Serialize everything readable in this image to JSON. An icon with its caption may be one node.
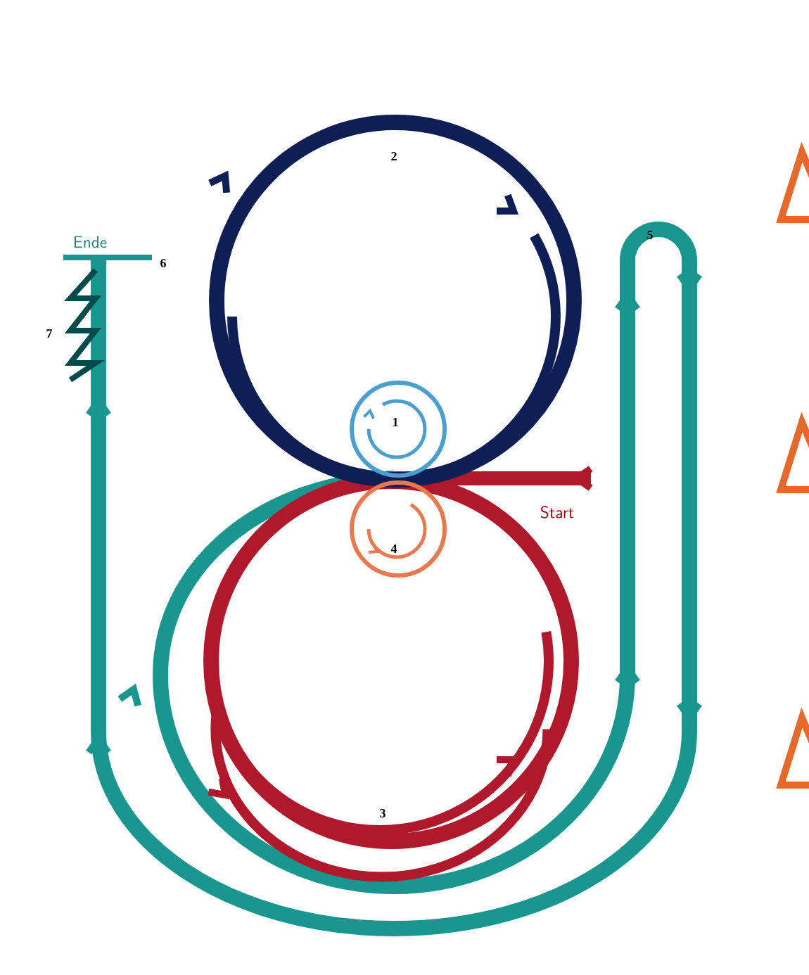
{
  "diagram": {
    "labels": [
      "Ende",
      "6",
      "7",
      "2",
      "5",
      "1",
      "Start",
      "4",
      "3"
    ]
  }
}
